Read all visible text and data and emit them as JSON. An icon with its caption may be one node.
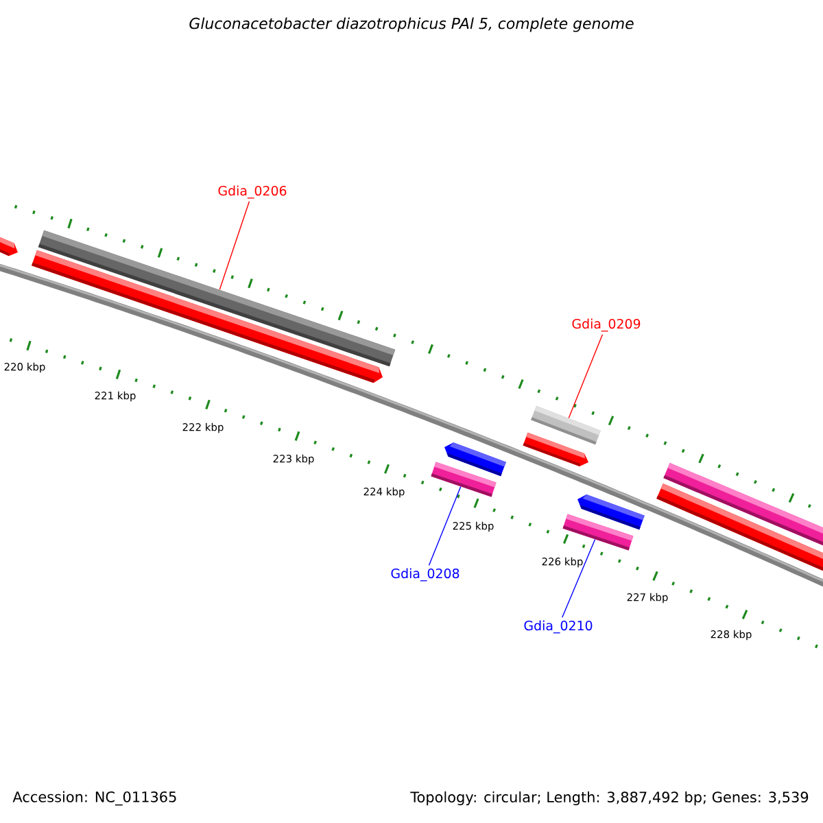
{
  "diagram": {
    "title": "Gluconacetobacter diazotrophicus PAl 5, complete genome",
    "nodes": [
      {
        "text": [
          "Gdia_0206"
        ]
      },
      {
        "text": [],
        "shape": "bar"
      },
      {
        "text": [
          "Gdia_0209"
        ]
      },
      {
        "text": [],
        "shape": "bar"
      },
      {
        "text": [
          "Gdia_0208"
        ]
      },
      {
        "text": [],
        "shape": "bar"
      },
      {
        "text": [
          "Gdia_0210"
        ]
      },
      {
        "text": [],
        "shape": "bar"
      }
    ],
    "edges": [
      {
        "from": 0,
        "to": 1,
        "arrow": "none",
        "color": "#ff0000"
      },
      {
        "from": 2,
        "to": 3,
        "arrow": "none",
        "color": "#ff0000"
      },
      {
        "from": 4,
        "to": 5,
        "arrow": "none",
        "color": "#0000ff"
      },
      {
        "from": 6,
        "to": 7,
        "arrow": "none",
        "color": "#0000ff"
      }
    ],
    "labels": [
      "220 kbp",
      "221 kbp",
      "222 kbp",
      "223 kbp",
      "224 kbp",
      "225 kbp",
      "226 kbp",
      "227 kbp",
      "228 kbp",
      "Accession: NC_011365",
      "Topology: circular; Length: 3,887,492 bp; Genes: 3,539"
    ]
  }
}
